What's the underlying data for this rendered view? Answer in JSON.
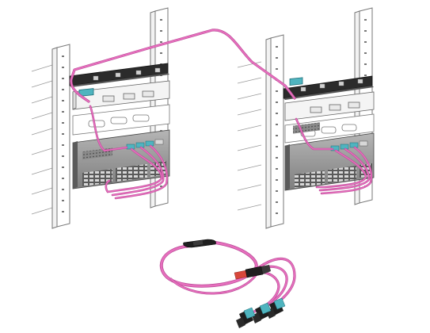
{
  "diagram": {
    "racks": [
      {
        "id": "rack-left"
      },
      {
        "id": "rack-right"
      }
    ],
    "trunk_cable": {
      "color": "#e66fbd"
    },
    "harness_cable": {
      "fanout_legs": 3,
      "mpo_boot_color": "#d8473b",
      "lc_connector_color": "#4fb4bf"
    },
    "colors": {
      "frame": "#777777",
      "cable": "#e66fbd",
      "cable_dark": "#b94a96",
      "panel_dark": "#2b2b2b",
      "switch_body": "#9a9a9a",
      "aqua": "#4fb4bf",
      "mpo_red": "#d8473b"
    }
  }
}
